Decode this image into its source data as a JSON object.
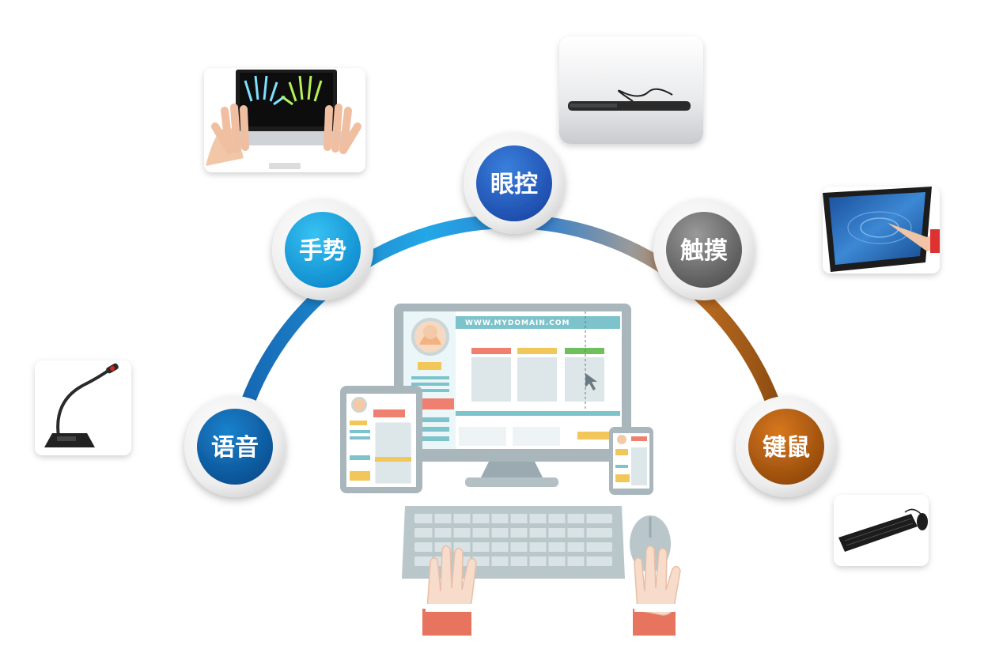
{
  "center": {
    "url": "WWW.MYDOMAIN.COM"
  },
  "modalities": [
    {
      "key": "voice",
      "label": "语音",
      "device_icon": "microphone-icon",
      "color_a": "#0f6fb8",
      "color_b": "#0a4f93"
    },
    {
      "key": "gesture",
      "label": "手势",
      "device_icon": "hand-tracking-laptop-icon",
      "color_a": "#25b6ee",
      "color_b": "#0a8fd3"
    },
    {
      "key": "eye",
      "label": "眼控",
      "device_icon": "eye-tracker-bar-icon",
      "color_a": "#2f6fd0",
      "color_b": "#1e4fb0"
    },
    {
      "key": "touch",
      "label": "触摸",
      "device_icon": "touchscreen-icon",
      "color_a": "#8a8a8a",
      "color_b": "#5a5a5a"
    },
    {
      "key": "mouse",
      "label": "键鼠",
      "device_icon": "keyboard-mouse-icon",
      "color_a": "#c8681a",
      "color_b": "#9a4a0c"
    }
  ],
  "colors": {
    "arc_blue": "#1f8fd6",
    "arc_grey": "#8f8f8f",
    "arc_orange": "#b8661c",
    "screen_teal": "#7cc3cc",
    "device_frame": "#a8b8bd"
  }
}
